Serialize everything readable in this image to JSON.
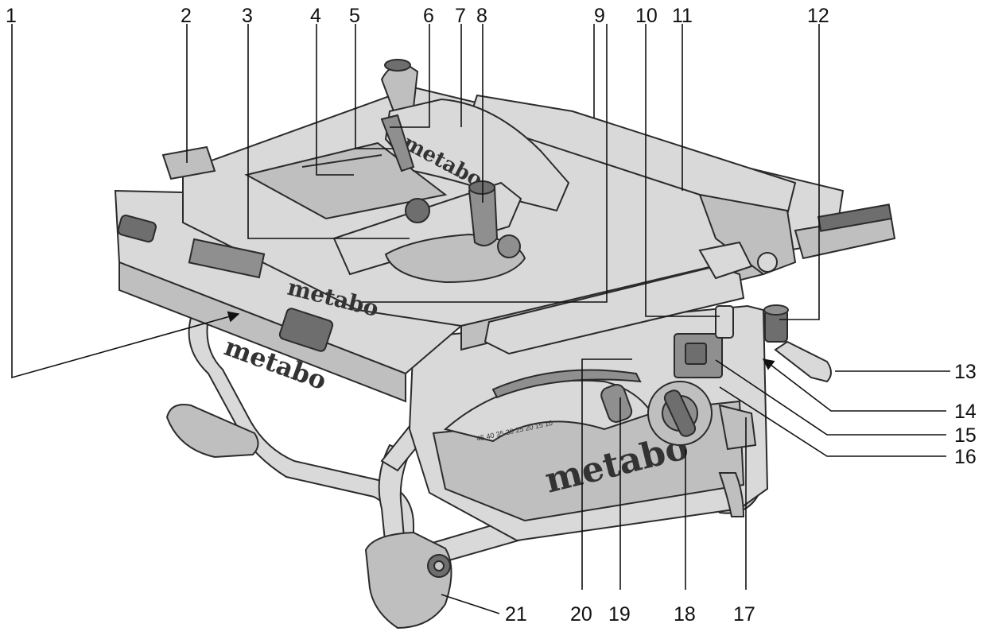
{
  "brand": "metabo",
  "scale_text": "45 40 35 30 25 20 15 10",
  "callouts": [
    {
      "id": "1",
      "label": "1"
    },
    {
      "id": "2",
      "label": "2"
    },
    {
      "id": "3",
      "label": "3"
    },
    {
      "id": "4",
      "label": "4"
    },
    {
      "id": "5",
      "label": "5"
    },
    {
      "id": "6",
      "label": "6"
    },
    {
      "id": "7",
      "label": "7"
    },
    {
      "id": "8",
      "label": "8"
    },
    {
      "id": "9",
      "label": "9"
    },
    {
      "id": "10",
      "label": "10"
    },
    {
      "id": "11",
      "label": "11"
    },
    {
      "id": "12",
      "label": "12"
    },
    {
      "id": "13",
      "label": "13"
    },
    {
      "id": "14",
      "label": "14"
    },
    {
      "id": "15",
      "label": "15"
    },
    {
      "id": "16",
      "label": "16"
    },
    {
      "id": "17",
      "label": "17"
    },
    {
      "id": "18",
      "label": "18"
    },
    {
      "id": "19",
      "label": "19"
    },
    {
      "id": "20",
      "label": "20"
    },
    {
      "id": "21",
      "label": "21"
    }
  ]
}
